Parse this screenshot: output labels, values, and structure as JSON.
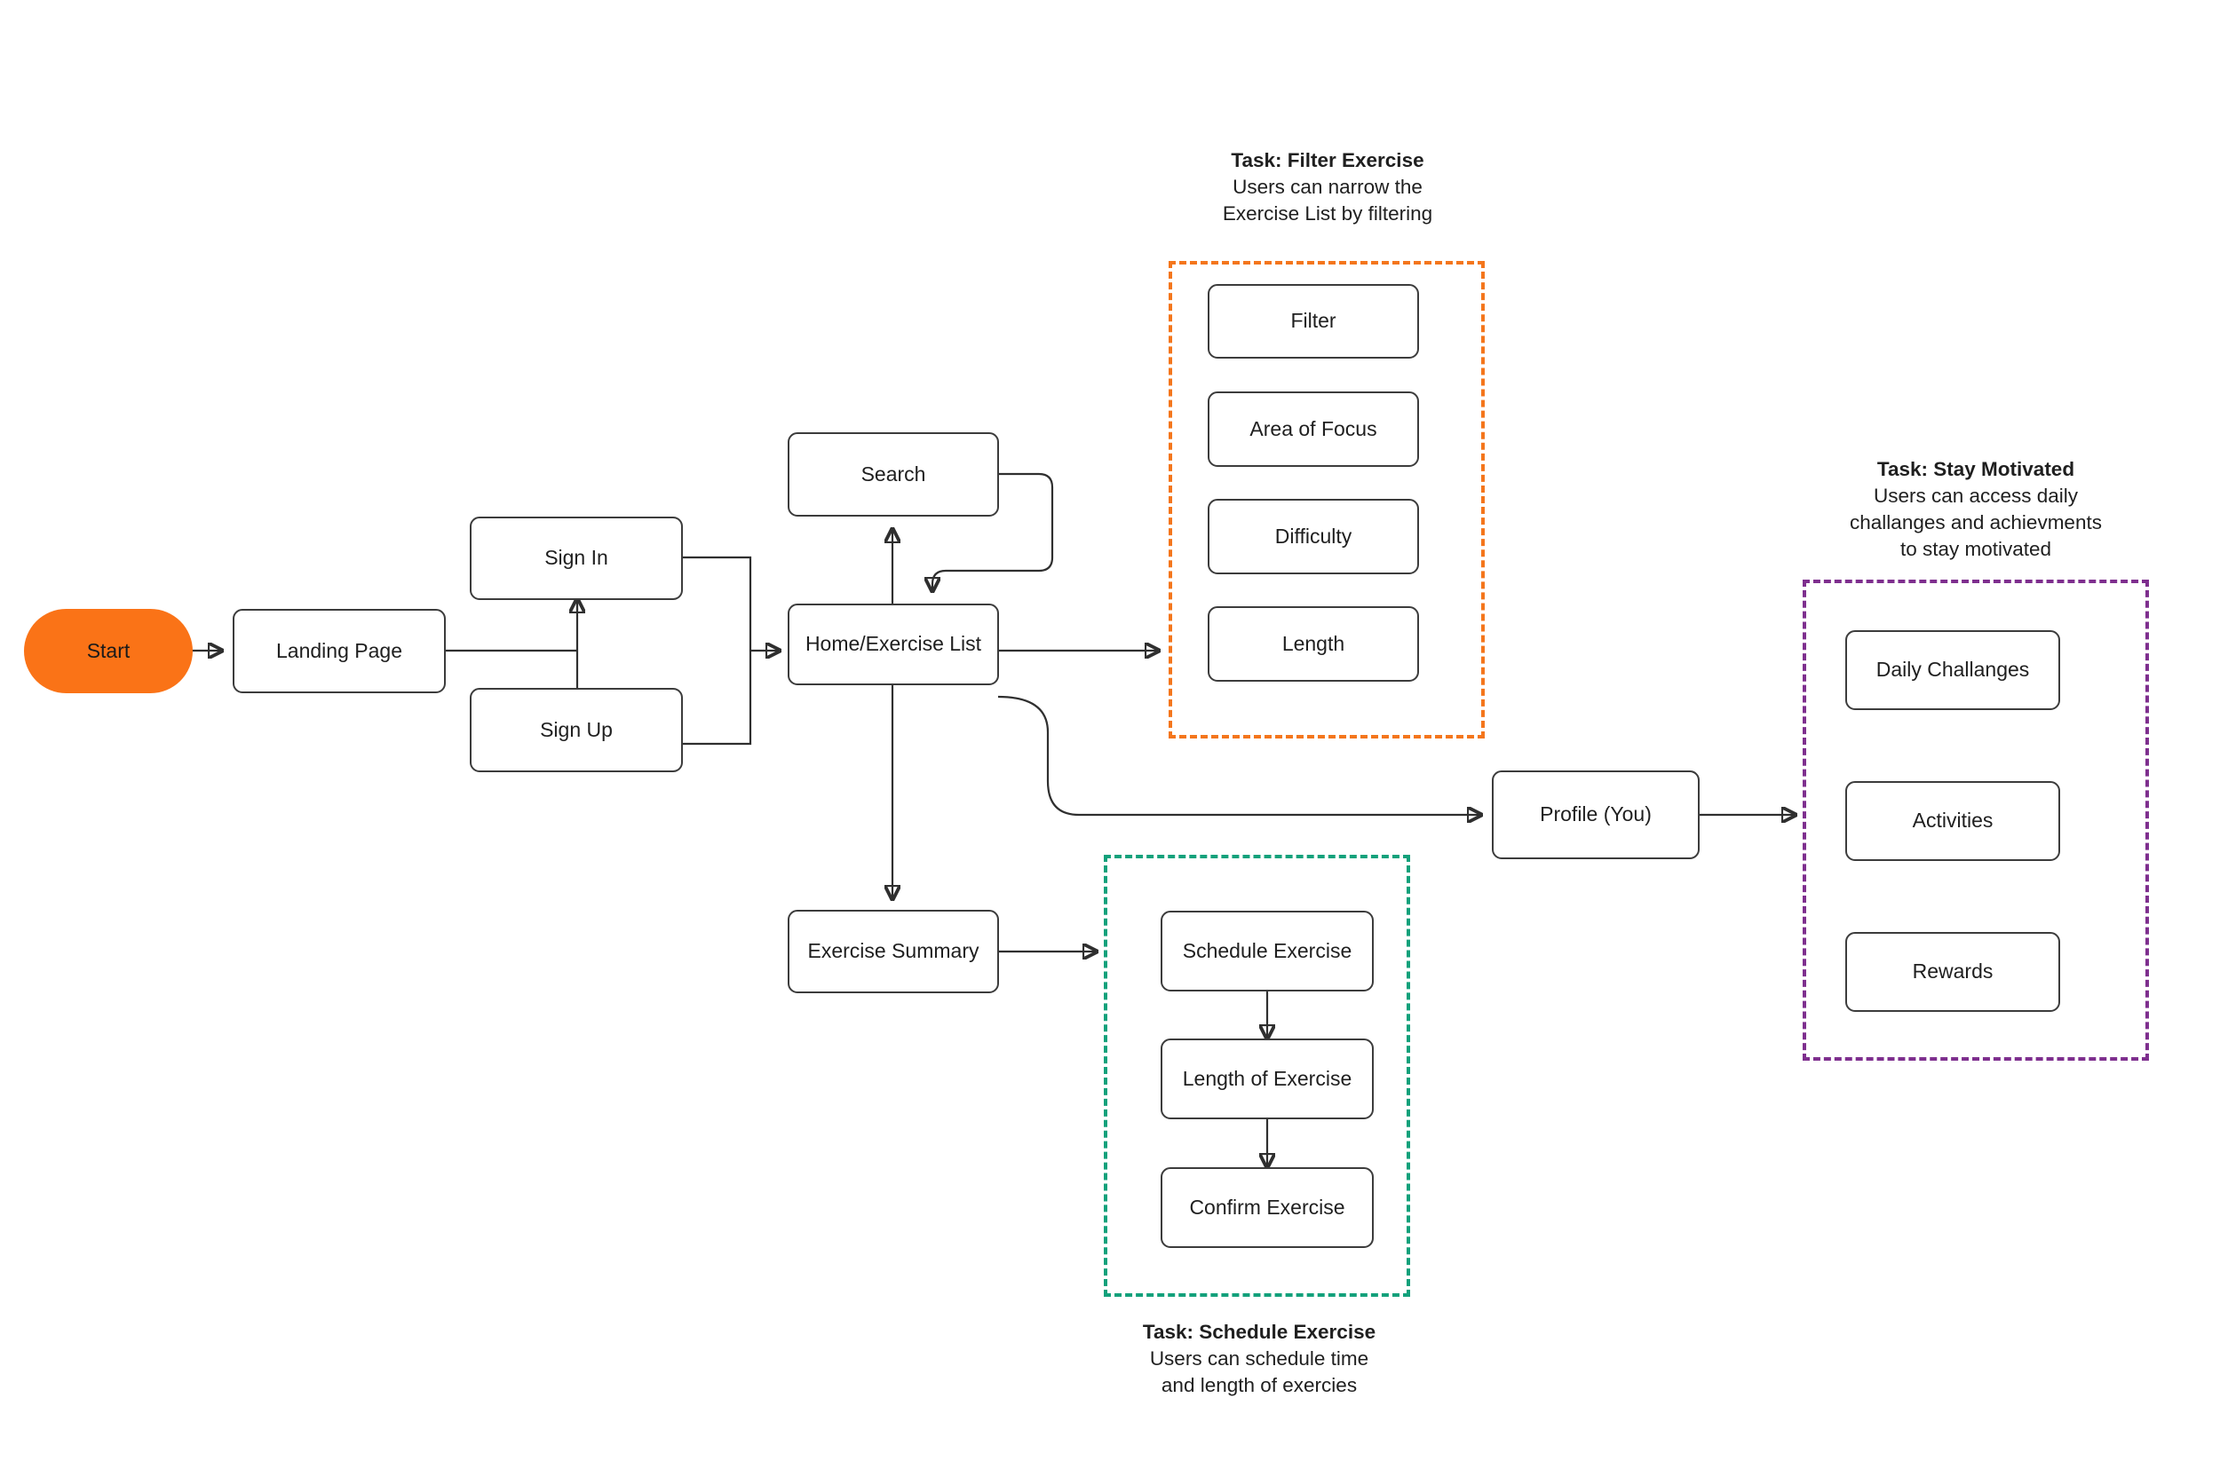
{
  "diagram": {
    "title_text_present": false,
    "colors": {
      "start_fill": "#fa7317",
      "node_border": "#3c3c3c",
      "node_fill": "#ffffff",
      "group_filter": "#f4761c",
      "group_schedule": "#13a17b",
      "group_motivated": "#7e2f8e",
      "connector": "#2f2f2f"
    }
  },
  "nodes": {
    "start": "Start",
    "landing_page": "Landing Page",
    "sign_in": "Sign In",
    "sign_up": "Sign Up",
    "search": "Search",
    "home_exercise_list": "Home/Exercise List",
    "exercise_summary": "Exercise Summary",
    "profile": "Profile (You)",
    "filter": "Filter",
    "area_of_focus": "Area of Focus",
    "difficulty": "Difficulty",
    "length": "Length",
    "schedule_exercise": "Schedule Exercise",
    "length_of_exercise": "Length of Exercise",
    "confirm_exercise": "Confirm Exercise",
    "daily_challenges": "Daily Challanges",
    "activities": "Activities",
    "rewards": "Rewards"
  },
  "annotations": {
    "filter_task": {
      "title": "Task: Filter Exercise",
      "body": "Users can narrow the\nExercise List by filtering"
    },
    "motivated_task": {
      "title": "Task: Stay Motivated",
      "body": "Users can access daily\nchallanges and achievments\nto stay motivated"
    },
    "schedule_task": {
      "title": "Task: Schedule Exercise",
      "body": "Users can schedule time\nand length of exercies"
    }
  }
}
